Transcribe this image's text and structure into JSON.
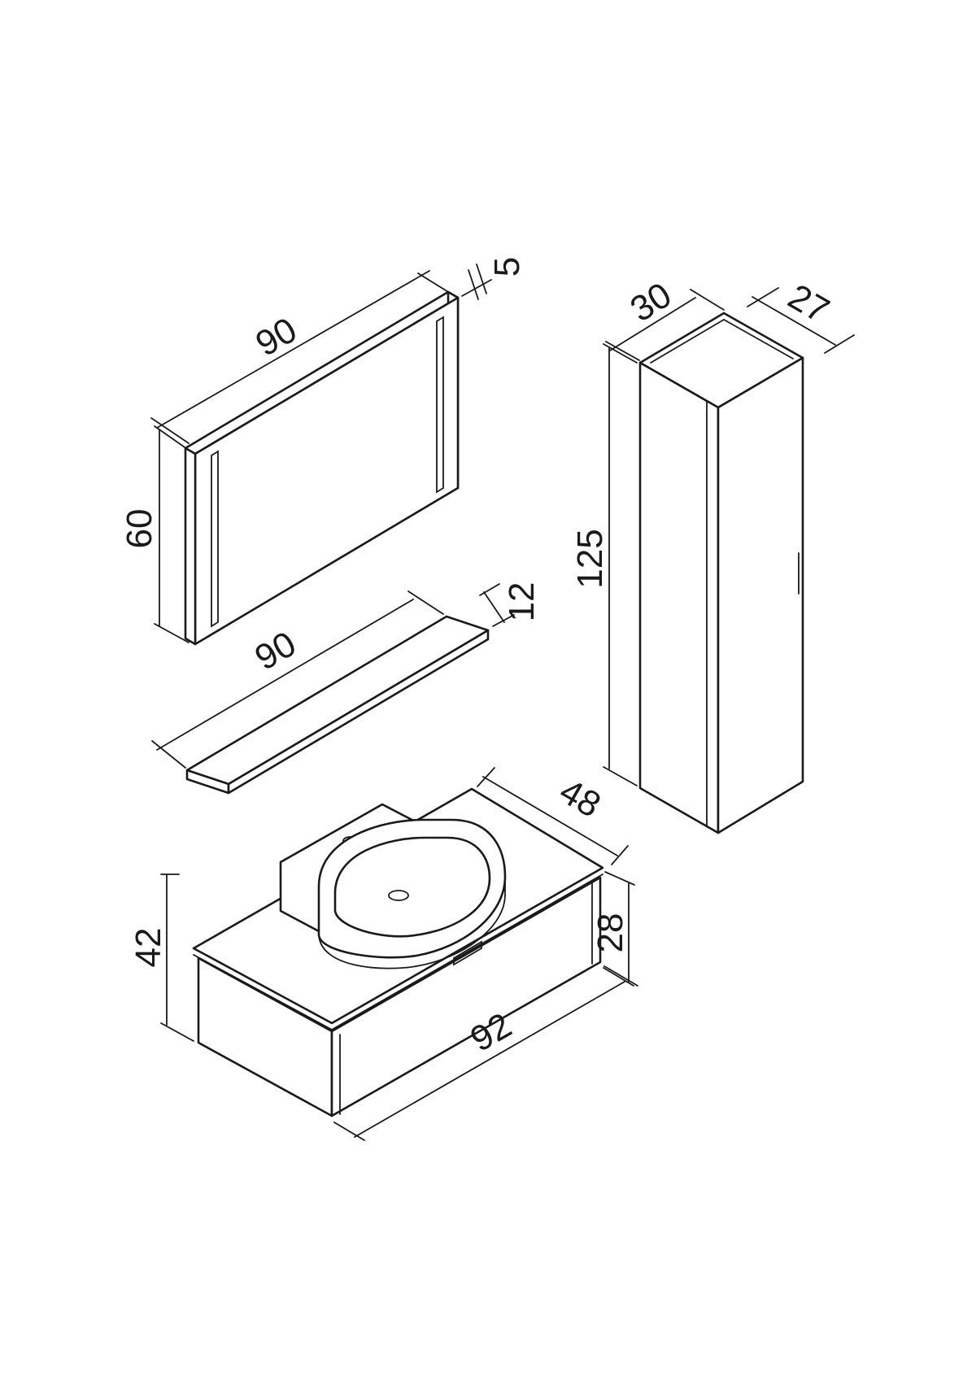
{
  "dimensions": {
    "mirror_width": "90",
    "mirror_height": "60",
    "mirror_depth": "5",
    "shelf_width": "90",
    "shelf_depth": "12",
    "column_width": "30",
    "column_depth": "27",
    "column_height": "125",
    "vanity_width": "92",
    "vanity_depth": "48",
    "vanity_total_height": "42",
    "vanity_cabinet_height": "28"
  }
}
